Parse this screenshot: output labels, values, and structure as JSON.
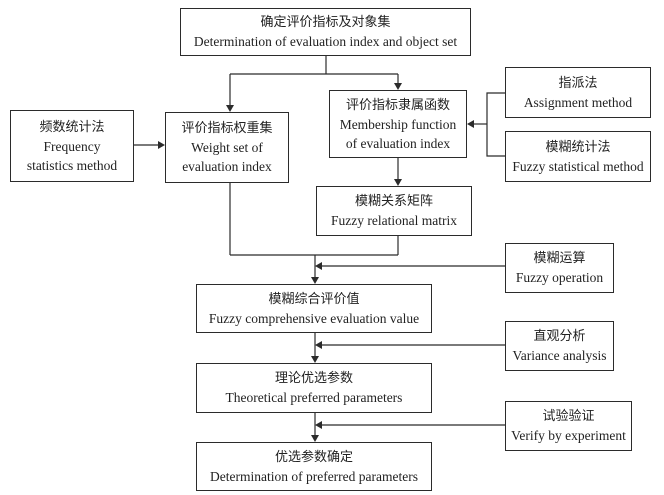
{
  "nodes": {
    "object_set": {
      "zh": "确定评价指标及对象集",
      "en": "Determination of evaluation index and object set"
    },
    "membership": {
      "zh": "评价指标隶属函数",
      "en1": "Membership function",
      "en2": "of evaluation index"
    },
    "assignment": {
      "zh": "指派法",
      "en": "Assignment method"
    },
    "fuzzy_stat": {
      "zh": "模糊统计法",
      "en": "Fuzzy statistical method"
    },
    "frequency": {
      "zh": "频数统计法",
      "en1": "Frequency",
      "en2": "statistics method"
    },
    "weight_set": {
      "zh": "评价指标权重集",
      "en1": "Weight set of",
      "en2": "evaluation index"
    },
    "relational": {
      "zh": "模糊关系矩阵",
      "en": "Fuzzy relational matrix"
    },
    "fuzzy_op": {
      "zh": "模糊运算",
      "en": "Fuzzy operation"
    },
    "comprehensive": {
      "zh": "模糊综合评价值",
      "en": "Fuzzy comprehensive evaluation value"
    },
    "variance": {
      "zh": "直观分析",
      "en": "Variance analysis"
    },
    "theoretical": {
      "zh": "理论优选参数",
      "en": "Theoretical preferred parameters"
    },
    "verify": {
      "zh": "试验验证",
      "en": "Verify by experiment"
    },
    "preferred": {
      "zh": "优选参数确定",
      "en": "Determination of preferred parameters"
    }
  }
}
